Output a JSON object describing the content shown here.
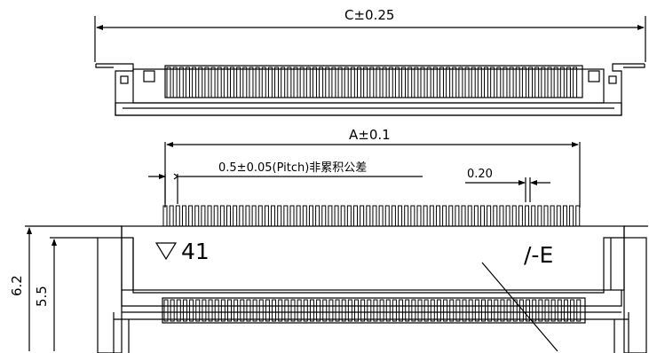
{
  "drawing": {
    "top_view": {
      "dim_c": "C±0.25"
    },
    "front_view": {
      "dim_a": "A±0.1",
      "pitch_note": "0.5±0.05(Pitch)非累积公差",
      "gap_dim": "0.20",
      "height_total": "6.2",
      "height_inner": "5.5",
      "pin_marker": "▽41",
      "rev_marker": "/-E"
    }
  },
  "colors": {
    "line": "#000000",
    "background": "#ffffff"
  }
}
